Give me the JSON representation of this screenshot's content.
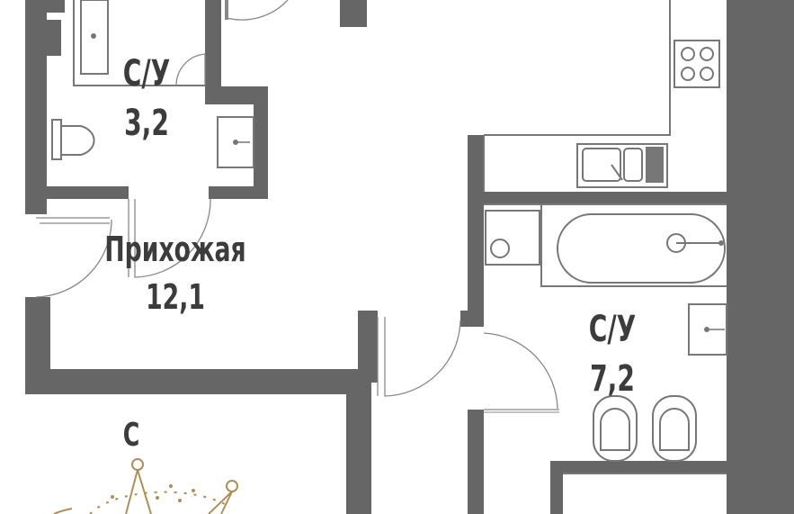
{
  "rooms": {
    "bathroom_small": {
      "name": "С/У",
      "area": "3,2"
    },
    "hallway": {
      "name": "Прихожая",
      "area": "12,1"
    },
    "bathroom_large": {
      "name": "С/У",
      "area": "7,2"
    }
  },
  "compass": {
    "north_label": "С"
  },
  "colors": {
    "wall": "#666666",
    "text": "#3c3c3c",
    "compass_gold": "#b08d57"
  }
}
